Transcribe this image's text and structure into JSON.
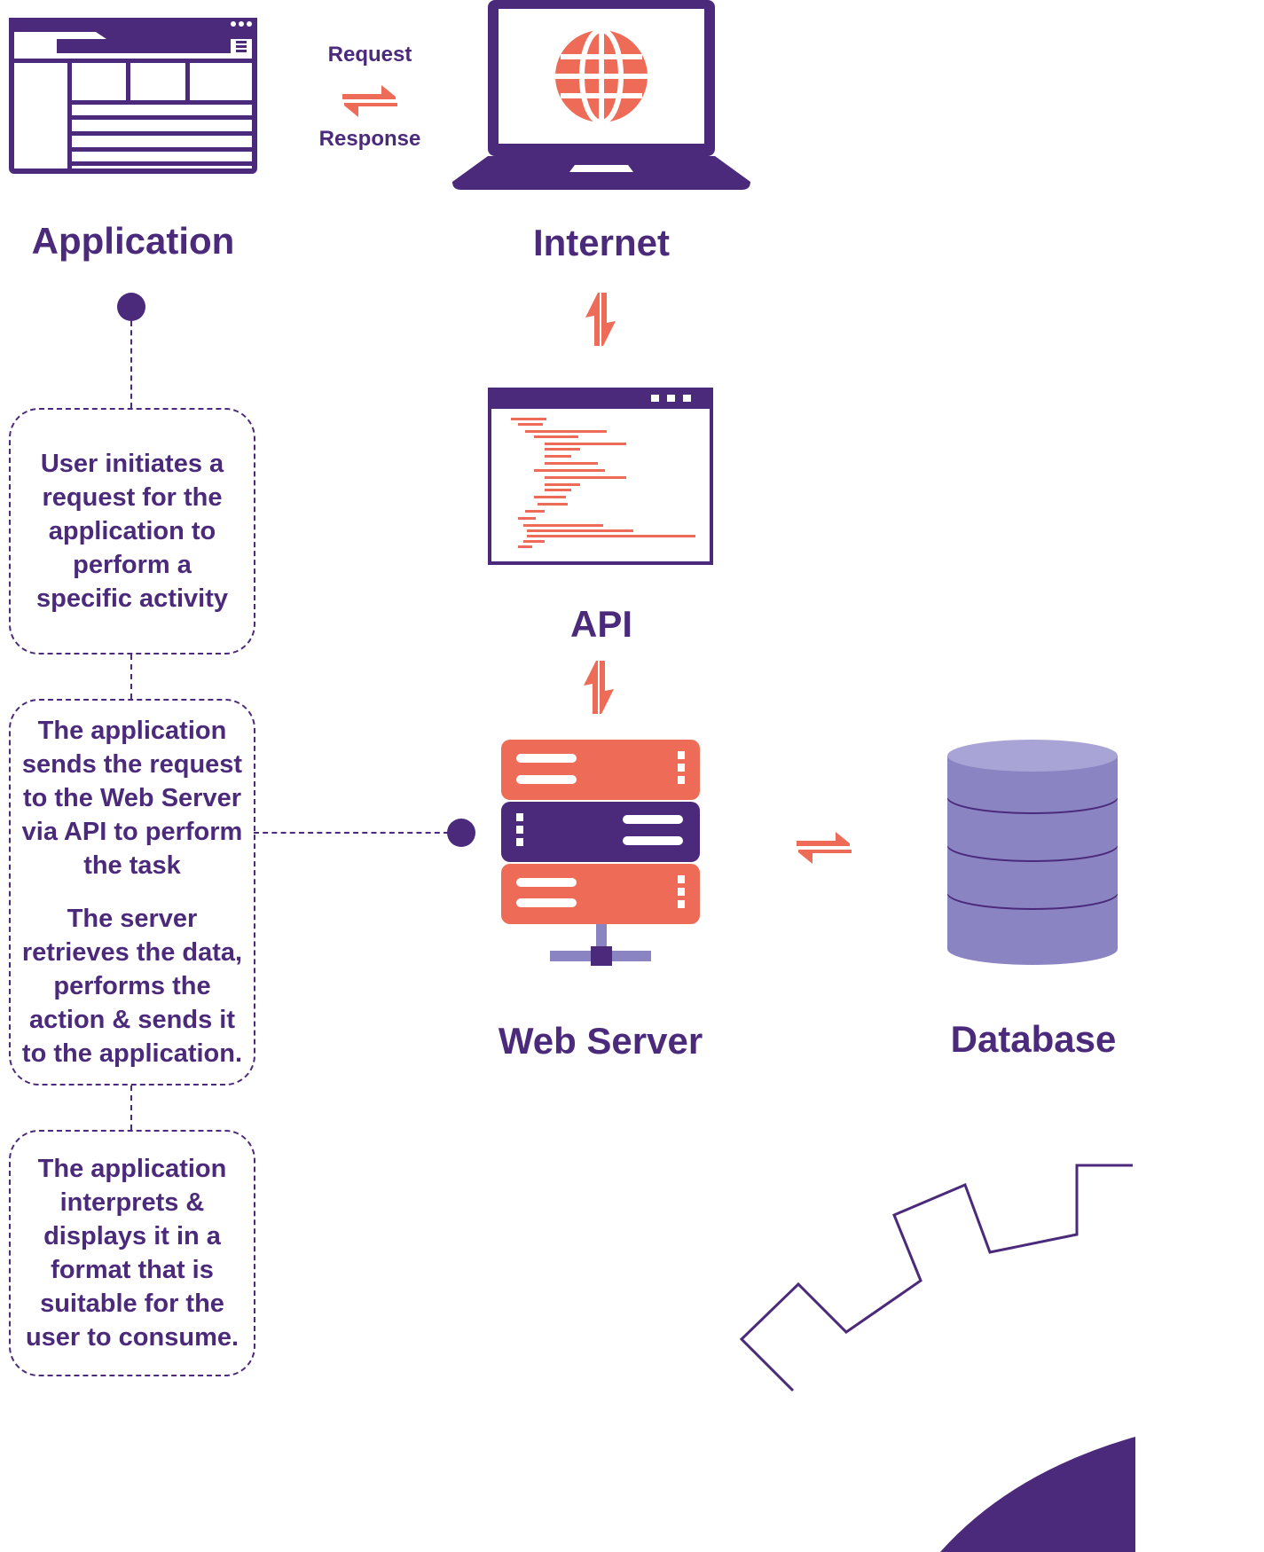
{
  "labels": {
    "application": "Application",
    "internet": "Internet",
    "api": "API",
    "web_server": "Web Server",
    "database": "Database",
    "request": "Request",
    "response": "Response"
  },
  "steps": [
    "User initiates a\nrequest for the\napplication to\nperform a\nspecific activity",
    "The application\nsends the request\nto the Web Server\nvia API to perform\nthe task",
    "The server\nretrieves the data,\nperforms the\naction & sends it\nto the application.",
    "The application\ninterprets &\ndisplays it in a\nformat that is\nsuitable for the\nuser to consume."
  ],
  "colors": {
    "purple": "#4b2a7b",
    "coral": "#ee6c57",
    "lavender": "#8a84c2",
    "lavender_light": "#a8a4d6"
  },
  "icons": [
    "browser-window-icon",
    "laptop-globe-icon",
    "code-window-icon",
    "server-rack-icon",
    "database-icon",
    "gear-icon"
  ]
}
